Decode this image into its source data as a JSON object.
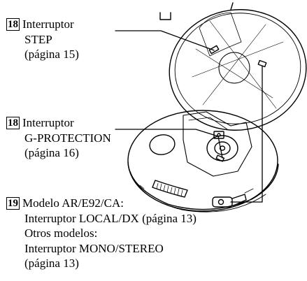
{
  "callouts": [
    {
      "number": "18",
      "lines": [
        "Interruptor",
        "STEP",
        "(página 15)"
      ]
    },
    {
      "number": "18",
      "lines": [
        "Interruptor",
        "G-PROTECTION",
        "(página 16)"
      ]
    },
    {
      "number": "19",
      "lines": [
        "Modelo AR/E92/CA:",
        "Interruptor LOCAL/DX (página 13)",
        "Otros modelos:",
        "Interruptor MONO/STEREO",
        "(página 13)"
      ]
    }
  ],
  "colors": {
    "ink": "#000000",
    "background": "#ffffff"
  }
}
